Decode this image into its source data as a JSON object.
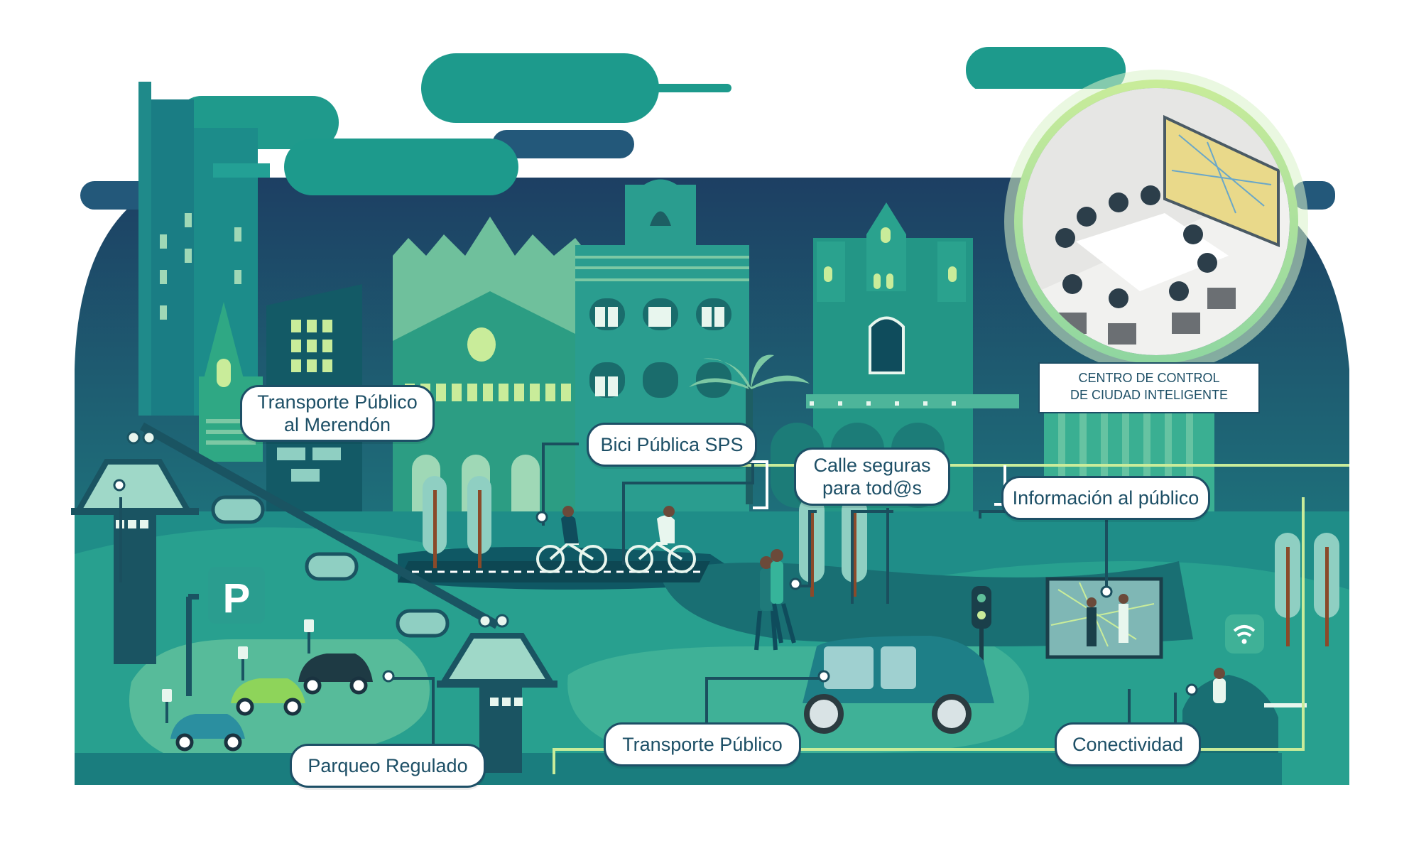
{
  "labels": {
    "transporte_merendon_line1": "Transporte Público",
    "transporte_merendon_line2": "al Merendón",
    "bici_publica": "Bici Pública SPS",
    "calle_seguras_line1": "Calle seguras",
    "calle_seguras_line2": "para tod@s",
    "informacion_publico": "Información al público",
    "centro_control_line1": "CENTRO DE CONTROL",
    "centro_control_line2": "DE CIUDAD INTELIGENTE",
    "parqueo_regulado": "Parqueo Regulado",
    "transporte_publico": "Transporte Público",
    "conectividad": "Conectividad",
    "parking_sign": "P"
  },
  "colors": {
    "sky_dark": "#1d3f63",
    "sky_teal": "#1e8b86",
    "teal_mid": "#2a9d8f",
    "teal_light": "#7cc8a4",
    "mint": "#9fd8b6",
    "dark_teal": "#0f4c5c",
    "lime_line": "#c9ec9a",
    "label_border": "#1d4f66"
  },
  "icons": [
    "parking-icon",
    "wifi-icon",
    "traffic-light-icon",
    "bell-icon",
    "palm-tree-icon",
    "bicycle-icon",
    "cable-car-icon",
    "bus-icon",
    "car-icon"
  ]
}
